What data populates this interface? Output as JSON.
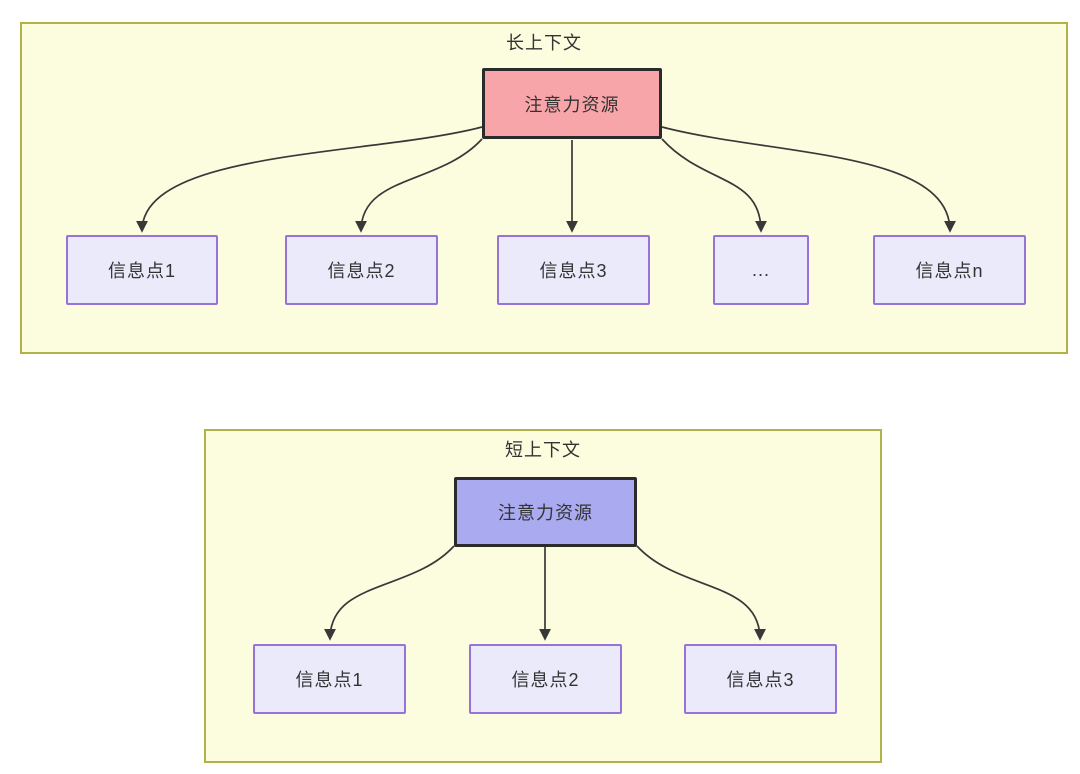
{
  "diagram": {
    "type": "flowchart",
    "colors": {
      "panel_fill": "#fcfcdf",
      "panel_border": "#b2b24b",
      "attention_long_fill": "#f8a5a9",
      "attention_short_fill": "#aaaaf0",
      "attention_border": "#2b2b2b",
      "info_fill": "#eaeafb",
      "info_border": "#9673d9",
      "arrow": "#383838",
      "text": "#333333"
    },
    "long_context": {
      "title": "长上下文",
      "attention_node": "注意力资源",
      "info_nodes": [
        "信息点1",
        "信息点2",
        "信息点3",
        "...",
        "信息点n"
      ],
      "edges": [
        [
          "注意力资源",
          "信息点1"
        ],
        [
          "注意力资源",
          "信息点2"
        ],
        [
          "注意力资源",
          "信息点3"
        ],
        [
          "注意力资源",
          "..."
        ],
        [
          "注意力资源",
          "信息点n"
        ]
      ]
    },
    "short_context": {
      "title": "短上下文",
      "attention_node": "注意力资源",
      "info_nodes": [
        "信息点1",
        "信息点2",
        "信息点3"
      ],
      "edges": [
        [
          "注意力资源",
          "信息点1"
        ],
        [
          "注意力资源",
          "信息点2"
        ],
        [
          "注意力资源",
          "信息点3"
        ]
      ]
    }
  }
}
